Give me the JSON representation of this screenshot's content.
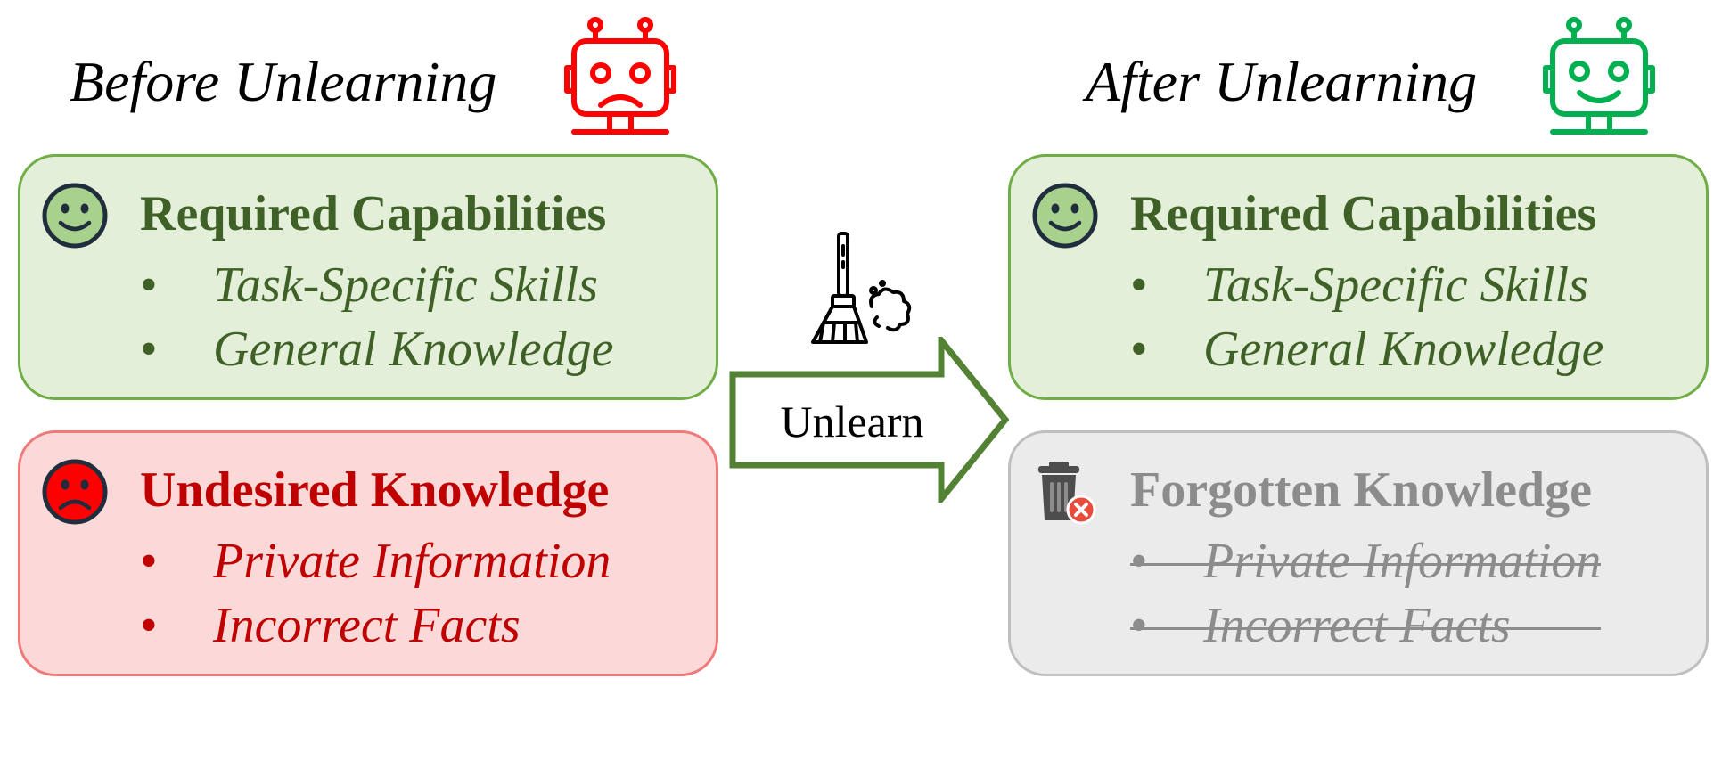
{
  "before": {
    "heading": "Before Unlearning",
    "required": {
      "title": "Required Capabilities",
      "items": [
        "Task-Specific Skills",
        "General Knowledge"
      ]
    },
    "undesired": {
      "title": "Undesired Knowledge",
      "items": [
        "Private Information",
        "Incorrect Facts"
      ]
    }
  },
  "after": {
    "heading": "After Unlearning",
    "required": {
      "title": "Required Capabilities",
      "items": [
        "Task-Specific Skills",
        "General Knowledge"
      ]
    },
    "forgotten": {
      "title": "Forgotten Knowledge",
      "items": [
        "Private Information",
        "Incorrect Facts"
      ]
    }
  },
  "arrow": {
    "label": "Unlearn"
  },
  "bullet_symbol": "•",
  "icons": {
    "before_robot": "sad-robot-icon",
    "after_robot": "happy-robot-icon",
    "required": "smiley-face-icon",
    "undesired": "frowning-face-icon",
    "forgotten": "trash-can-icon",
    "arrow": "broom-icon"
  },
  "colors": {
    "green_fill": "#e3efd9",
    "green_border": "#70ad47",
    "green_text": "#3f6127",
    "red_fill": "#fbd9d9",
    "red_border": "#f07a7a",
    "red_text": "#c00000",
    "grey_fill": "#ebebeb",
    "grey_border": "#bfbfbf",
    "grey_text": "#8c8c8c",
    "sad_robot": "#ff0000",
    "happy_robot": "#00b050",
    "arrow_border": "#548235"
  }
}
